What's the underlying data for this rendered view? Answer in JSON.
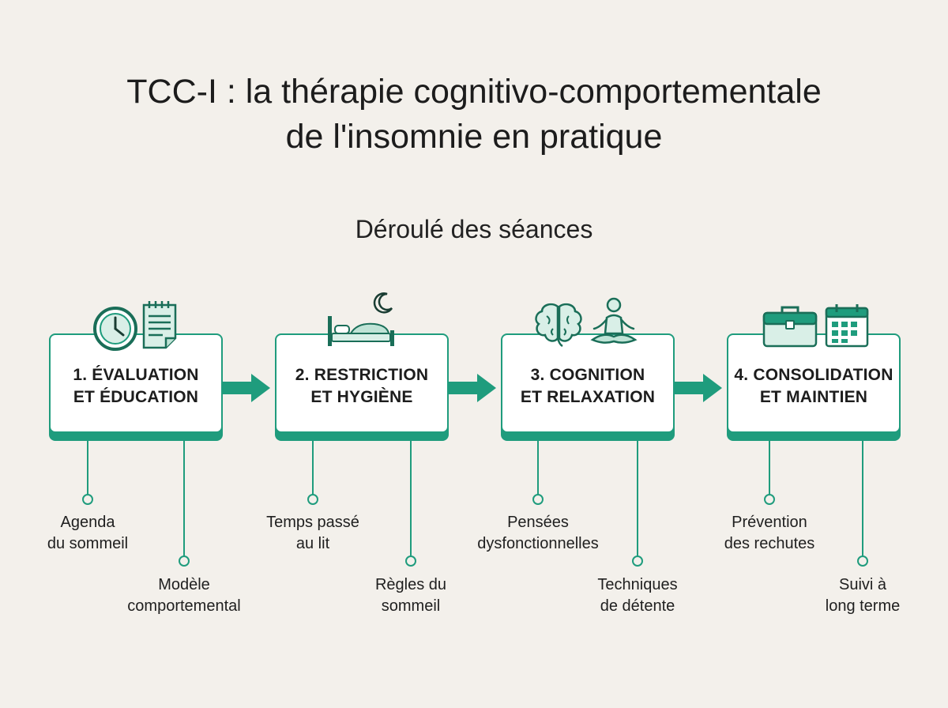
{
  "title": {
    "line1": "TCC-I : la thérapie cognitivo-comportementale",
    "line2": "de l'insomnie en pratique"
  },
  "subtitle": "Déroulé des séances",
  "steps": [
    {
      "line1": "1. ÉVALUATION",
      "line2": "ET ÉDUCATION",
      "icons": [
        "clock-icon",
        "notepad-icon"
      ],
      "notes": [
        {
          "line1": "Agenda",
          "line2": "du sommeil"
        },
        {
          "line1": "Modèle",
          "line2": "comportemental"
        }
      ]
    },
    {
      "line1": "2. RESTRICTION",
      "line2": "ET HYGIÈNE",
      "icons": [
        "bed-icon",
        "moon-icon"
      ],
      "notes": [
        {
          "line1": "Temps passé",
          "line2": "au lit"
        },
        {
          "line1": "Règles du",
          "line2": "sommeil"
        }
      ]
    },
    {
      "line1": "3. COGNITION",
      "line2": "ET RELAXATION",
      "icons": [
        "brain-icon",
        "meditation-icon"
      ],
      "notes": [
        {
          "line1": "Pensées",
          "line2": "dysfonctionnelles"
        },
        {
          "line1": "Techniques",
          "line2": "de détente"
        }
      ]
    },
    {
      "line1": "4. CONSOLIDATION",
      "line2": "ET MAINTIEN",
      "icons": [
        "toolbox-icon",
        "calendar-icon"
      ],
      "notes": [
        {
          "line1": "Prévention",
          "line2": "des rechutes"
        },
        {
          "line1": "Suivi à",
          "line2": "long terme"
        }
      ]
    }
  ],
  "colors": {
    "accent": "#1f9c7d",
    "accent_light": "#d9efe7",
    "background": "#f3f0eb"
  }
}
